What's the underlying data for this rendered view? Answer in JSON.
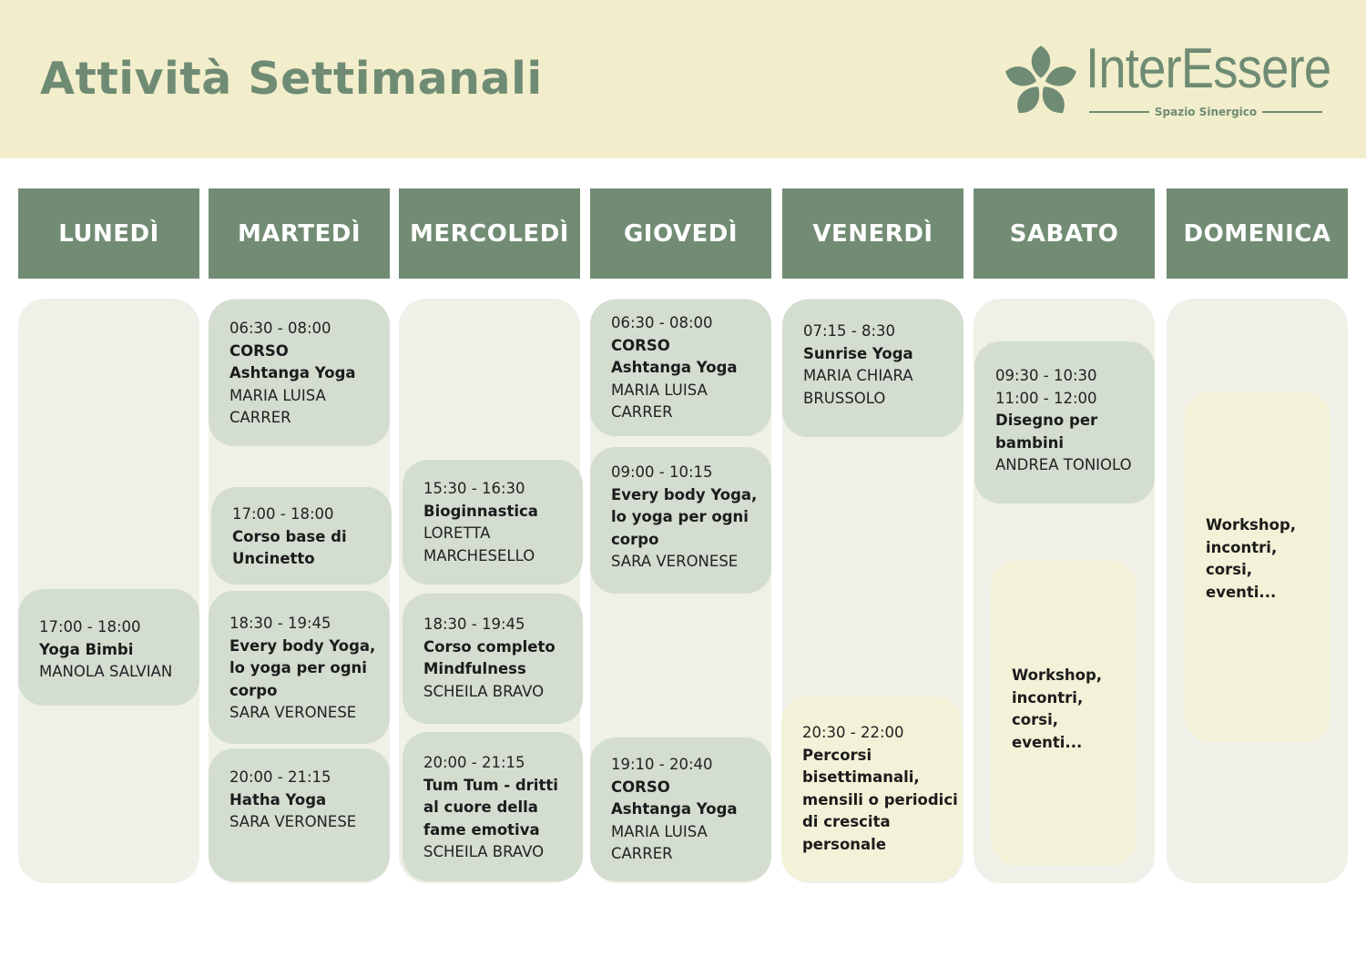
{
  "header": {
    "title": "Attività Settimanali",
    "logo": {
      "name": "InterEssere",
      "tagline": "Spazio Sinergico"
    }
  },
  "colors": {
    "banner": "#f2eecb",
    "accent": "#728c74",
    "column": "#eff0e8",
    "card": "#d3ddd0",
    "card_highlight": "#f3f1d7"
  },
  "days": [
    {
      "label": "LUNEDÌ",
      "cards": [
        {
          "lines": [
            {
              "t": "17:00 - 18:00",
              "b": false
            },
            {
              "t": "Yoga Bimbi",
              "b": true
            },
            {
              "t": "MANOLA SALVIAN",
              "b": false
            }
          ]
        }
      ]
    },
    {
      "label": "MARTEDÌ",
      "cards": [
        {
          "lines": [
            {
              "t": "06:30 - 08:00",
              "b": false
            },
            {
              "t": "CORSO",
              "b": true
            },
            {
              "t": "Ashtanga Yoga",
              "b": true
            },
            {
              "t": "MARIA LUISA",
              "b": false
            },
            {
              "t": "CARRER",
              "b": false
            }
          ]
        },
        {
          "lines": [
            {
              "t": "17:00 - 18:00",
              "b": false
            },
            {
              "t": "Corso base di",
              "b": true
            },
            {
              "t": "Uncinetto",
              "b": true
            }
          ]
        },
        {
          "lines": [
            {
              "t": "18:30 - 19:45",
              "b": false
            },
            {
              "t": "Every body Yoga,",
              "b": true
            },
            {
              "t": "lo yoga per ogni",
              "b": true
            },
            {
              "t": "corpo",
              "b": true
            },
            {
              "t": "SARA VERONESE",
              "b": false
            }
          ]
        },
        {
          "lines": [
            {
              "t": "20:00 - 21:15",
              "b": false
            },
            {
              "t": "Hatha Yoga",
              "b": true
            },
            {
              "t": "SARA VERONESE",
              "b": false
            }
          ]
        }
      ]
    },
    {
      "label": "MERCOLEDÌ",
      "cards": [
        {
          "lines": [
            {
              "t": "15:30 - 16:30",
              "b": false
            },
            {
              "t": "Bioginnastica",
              "b": true
            },
            {
              "t": "LORETTA",
              "b": false
            },
            {
              "t": "MARCHESELLO",
              "b": false
            }
          ]
        },
        {
          "lines": [
            {
              "t": "18:30 - 19:45",
              "b": false
            },
            {
              "t": "Corso completo",
              "b": true
            },
            {
              "t": "Mindfulness",
              "b": true
            },
            {
              "t": "SCHEILA BRAVO",
              "b": false
            }
          ]
        },
        {
          "lines": [
            {
              "t": "20:00 - 21:15",
              "b": false
            },
            {
              "t": "Tum Tum - dritti",
              "b": true
            },
            {
              "t": "al cuore della",
              "b": true
            },
            {
              "t": "fame emotiva",
              "b": true
            },
            {
              "t": "SCHEILA BRAVO",
              "b": false
            }
          ]
        }
      ]
    },
    {
      "label": "GIOVEDÌ",
      "cards": [
        {
          "lines": [
            {
              "t": "06:30 - 08:00",
              "b": false
            },
            {
              "t": "CORSO",
              "b": true
            },
            {
              "t": "Ashtanga Yoga",
              "b": true
            },
            {
              "t": "MARIA LUISA",
              "b": false
            },
            {
              "t": "CARRER",
              "b": false
            }
          ]
        },
        {
          "lines": [
            {
              "t": "09:00 - 10:15",
              "b": false
            },
            {
              "t": "Every body Yoga,",
              "b": true
            },
            {
              "t": "lo yoga per ogni",
              "b": true
            },
            {
              "t": "corpo",
              "b": true
            },
            {
              "t": "SARA VERONESE",
              "b": false
            }
          ]
        },
        {
          "lines": [
            {
              "t": "19:10 - 20:40",
              "b": false
            },
            {
              "t": "CORSO",
              "b": true
            },
            {
              "t": "Ashtanga Yoga",
              "b": true
            },
            {
              "t": "MARIA LUISA",
              "b": false
            },
            {
              "t": "CARRER",
              "b": false
            }
          ]
        }
      ]
    },
    {
      "label": "VENERDÌ",
      "cards": [
        {
          "lines": [
            {
              "t": "07:15 - 8:30",
              "b": false
            },
            {
              "t": "Sunrise Yoga",
              "b": true
            },
            {
              "t": "MARIA CHIARA",
              "b": false
            },
            {
              "t": "BRUSSOLO",
              "b": false
            }
          ]
        },
        {
          "lines": [
            {
              "t": "20:30 - 22:00",
              "b": false
            },
            {
              "t": "Percorsi",
              "b": true
            },
            {
              "t": "bisettimanali,",
              "b": true
            },
            {
              "t": "mensili o periodici",
              "b": true
            },
            {
              "t": "di crescita",
              "b": true
            },
            {
              "t": "personale",
              "b": true
            }
          ]
        }
      ]
    },
    {
      "label": "SABATO",
      "cards": [
        {
          "lines": [
            {
              "t": "09:30 - 10:30",
              "b": false
            },
            {
              "t": "11:00 - 12:00",
              "b": false
            },
            {
              "t": "Disegno per",
              "b": true
            },
            {
              "t": "bambini",
              "b": true
            },
            {
              "t": "ANDREA TONIOLO",
              "b": false
            }
          ]
        },
        {
          "lines": [
            {
              "t": "Workshop,",
              "b": true
            },
            {
              "t": "incontri,",
              "b": true
            },
            {
              "t": "corsi,",
              "b": true
            },
            {
              "t": "eventi...",
              "b": true
            }
          ]
        }
      ]
    },
    {
      "label": "DOMENICA",
      "cards": [
        {
          "lines": [
            {
              "t": "Workshop,",
              "b": true
            },
            {
              "t": "incontri,",
              "b": true
            },
            {
              "t": "corsi,",
              "b": true
            },
            {
              "t": "eventi...",
              "b": true
            }
          ]
        }
      ]
    }
  ]
}
